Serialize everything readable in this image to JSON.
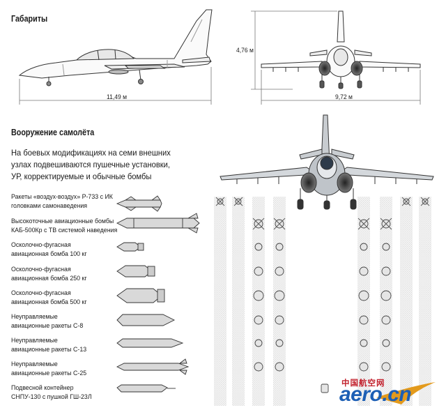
{
  "dimensions_section": {
    "title": "Габариты",
    "length": "11,49 м",
    "height": "4,76 м",
    "span": "9,72 м"
  },
  "armament_section": {
    "title": "Вооружение самолёта",
    "intro": "На боевых модификациях на семи внешних узлах подвешиваются пушечные установки, УР, корректируемые и обычные бомбы"
  },
  "weapons": [
    {
      "label": "Ракеты «воздух-воздух» Р-733 с ИК головками самонаведения"
    },
    {
      "label": "Высокоточные авиационные бомбы КАБ-500Кр с ТВ системой наведения"
    },
    {
      "label": "Осколочно-фугасная авиационная бомба 100 кг"
    },
    {
      "label": "Осколочно-фугасная авиационная бомба 250 кг"
    },
    {
      "label": "Осколочно-фугасная авиационная бомба 500 кг"
    },
    {
      "label": "Неуправляемые авиационные ракеты С-8"
    },
    {
      "label": "Неуправляемые авиационные ракеты С-13"
    },
    {
      "label": "Неуправляемые авиационные ракеты С-25"
    },
    {
      "label": "Подвесной контейнер СНПУ-130 с пушкой ГШ-23Л"
    }
  ],
  "watermark": {
    "cn": "中国航空网",
    "domain": "aero.cn"
  }
}
